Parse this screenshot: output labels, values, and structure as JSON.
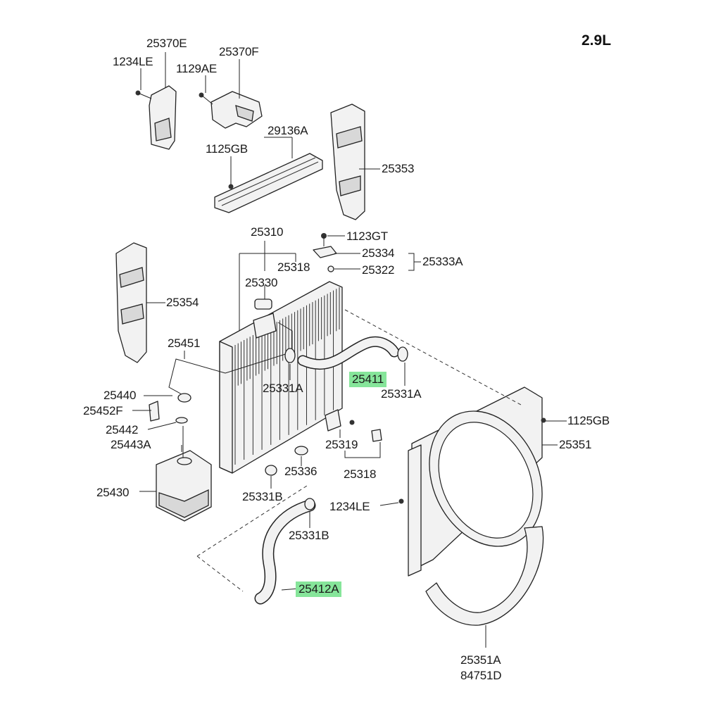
{
  "engine": "2.9L",
  "labels": {
    "p25370E": "25370E",
    "p1234LE_top": "1234LE",
    "p25370F": "25370F",
    "p1129AE": "1129AE",
    "p29136A": "29136A",
    "p1125GB_top": "1125GB",
    "p25353": "25353",
    "p25310": "25310",
    "p1123GT": "1123GT",
    "p25334": "25334",
    "p25322": "25322",
    "p25333A": "25333A",
    "p25318_top": "25318",
    "p25330": "25330",
    "p25354": "25354",
    "p25451": "25451",
    "p25411": "25411",
    "p25331A_left": "25331A",
    "p25331A_right": "25331A",
    "p25440": "25440",
    "p25452F": "25452F",
    "p25442": "25442",
    "p25443A": "25443A",
    "p1125GB_right": "1125GB",
    "p25351": "25351",
    "p25319": "25319",
    "p25336": "25336",
    "p25318_bottom": "25318",
    "p25430": "25430",
    "p25331B_a": "25331B",
    "p1234LE_bottom": "1234LE",
    "p25331B_b": "25331B",
    "p25412A": "25412A",
    "p25351A": "25351A",
    "p84751D": "84751D"
  },
  "highlight_color": "#86e59a"
}
